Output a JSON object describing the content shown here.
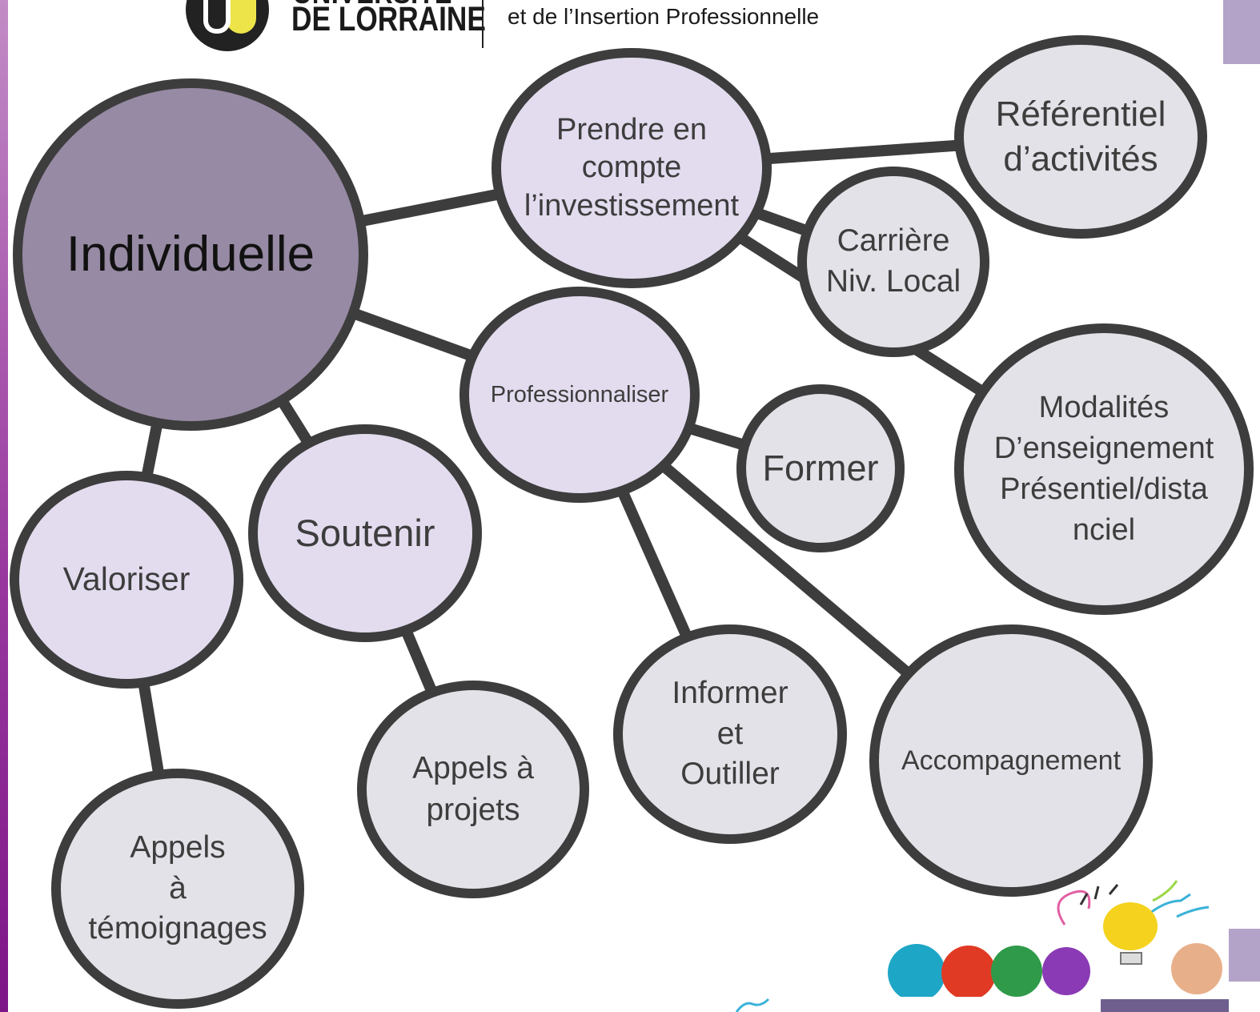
{
  "header": {
    "logo_line1": "UNIVERSITÉ",
    "logo_line2": "DE LORRAINE",
    "subtitle": "et de l’Insertion  Professionnelle"
  },
  "diagram": {
    "nodes": {
      "individuelle": "Individuelle",
      "prendre_en_compte": "Prendre en\ncompte\nl’investissement",
      "referentiel": "Référentiel\nd’activités",
      "carriere": "Carrière\nNiv. Local",
      "professionnaliser": "Professionnaliser",
      "former": "Former",
      "modalites": "Modalités\nD’enseignement\nPrésentiel/dista\nnciel",
      "valoriser": "Valoriser",
      "soutenir": "Soutenir",
      "appels_temoignages": "Appels\nà\ntémoignages",
      "appels_projets": "Appels à\nprojets",
      "informer": "Informer\net\nOutiller",
      "accompagnement": "Accompagnement"
    },
    "colors": {
      "stroke": "#3d3d3d",
      "dark_fill": "#978aa4",
      "light_fill": "#e3dcef",
      "grey_fill": "#e3e2e8"
    },
    "edges": [
      [
        "individuelle",
        "prendre_en_compte"
      ],
      [
        "individuelle",
        "professionnaliser"
      ],
      [
        "individuelle",
        "valoriser"
      ],
      [
        "individuelle",
        "soutenir"
      ],
      [
        "prendre_en_compte",
        "referentiel"
      ],
      [
        "prendre_en_compte",
        "carriere"
      ],
      [
        "prendre_en_compte",
        "modalites"
      ],
      [
        "professionnaliser",
        "former"
      ],
      [
        "professionnaliser",
        "informer"
      ],
      [
        "professionnaliser",
        "accompagnement"
      ],
      [
        "valoriser",
        "appels_temoignages"
      ],
      [
        "soutenir",
        "appels_projets"
      ]
    ]
  },
  "decoration": {
    "image": "crumpled-paper-balls-lightbulb-illustration"
  }
}
